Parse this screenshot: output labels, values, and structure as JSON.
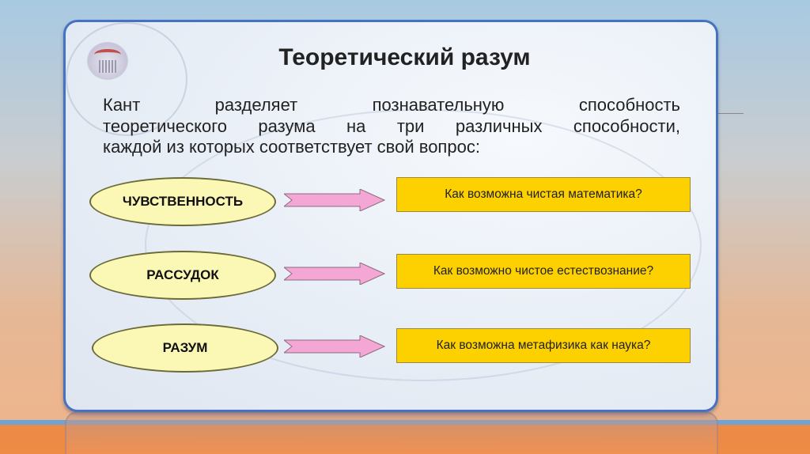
{
  "slide": {
    "title": "Теоретический разум",
    "paragraph_lines": [
      "Кант разделяет познавательную способность",
      "теоретического разума на три различных способности,",
      "каждой из которых соответствует свой вопрос:"
    ],
    "rows": [
      {
        "faculty": "ЧУВСТВЕННОСТЬ",
        "question": "Как возможна чистая математика?"
      },
      {
        "faculty": "РАССУДОК",
        "question": "Как возможно чистое естествознание?"
      },
      {
        "faculty": "РАЗУМ",
        "question": "Как возможна метафизика как наука?"
      }
    ]
  },
  "colors": {
    "ellipse": "#fbf7b4",
    "arrow": "#f4a6d4",
    "box": "#fdd000",
    "frame_border": "#4672c4"
  }
}
